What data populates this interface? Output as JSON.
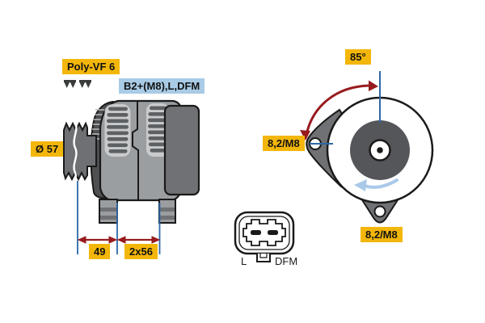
{
  "drawing": {
    "belt_label": "Poly-VF 6",
    "terminal_label": "B2+(M8),L,DFM",
    "pulley_diameter_label": "Ø 57",
    "dim_pulley_offset": "49",
    "dim_mount_spacing": "2x56",
    "swing_angle_label": "85°",
    "mount_hole_left_label": "8,2/M8",
    "mount_hole_bottom_label": "8,2/M8",
    "connector_pin_left": "L",
    "connector_pin_right": "DFM"
  },
  "colors": {
    "label_yellow": "#F3B60A",
    "label_blue": "#A9CBE6",
    "dimension_blue": "#2E68A6",
    "arrow_dark_red": "#971B1E",
    "rotation_light_blue": "#A9C9E9",
    "body_gray": "#9B9EA1",
    "dark_gray": "#6F7174",
    "inner_disc_gray": "#54565A",
    "outline_black": "#1A1A1A"
  }
}
